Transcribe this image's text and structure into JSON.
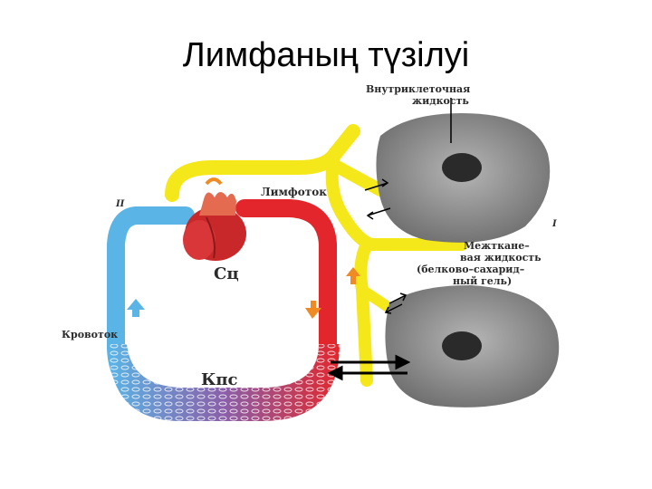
{
  "slide": {
    "title": "Лимфаның түзілуі"
  },
  "diagram": {
    "labels": {
      "intracellular_fluid_line1": "Внутриклеточная",
      "intracellular_fluid_line2": "жидкость",
      "lymph_flow": "Лимфоток",
      "interstitial_line1": "Межткане–",
      "interstitial_line2": "вая жидкость",
      "interstitial_line3": "(белково–сахарид–",
      "interstitial_line4": "ный гель)",
      "heart_abbrev": "Сц",
      "blood_flow": "Кровоток",
      "capillary_abbrev": "Кпс",
      "roman_two": "II",
      "roman_one": "I"
    },
    "colors": {
      "lymph": "#f5e81a",
      "venous": "#5ab4e6",
      "arterial": "#e3262c",
      "capillary_mid": "#8a5fa8",
      "cell_fill": "#8f8f8f",
      "nucleus": "#2a2a2a",
      "arrow_orange": "#f08a22"
    }
  }
}
